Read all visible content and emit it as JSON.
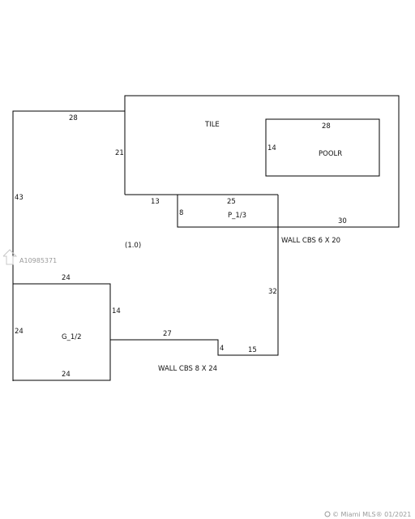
{
  "labels": {
    "tile": "TILE",
    "poolr": "POOLR",
    "p13": "P_1/3",
    "g12": "G_1/2",
    "main_unit": "(1.0)",
    "wall_cbs_20": "WALL CBS 6 X 20",
    "wall_cbs_24": "WALL CBS 8 X 24"
  },
  "dimensions": {
    "main_top": "28",
    "main_left": "43",
    "tile_left": "21",
    "tile_bottom": "13",
    "pool_top": "28",
    "pool_left": "14",
    "p13_top": "25",
    "p13_left": "8",
    "p13_bottom": "30",
    "east_wall": "32",
    "notch_top": "27",
    "notch_side": "4",
    "notch_bottom": "15",
    "garage_top": "24",
    "garage_left": "24",
    "garage_right": "14",
    "garage_bottom": "24"
  },
  "watermark": {
    "listing_id": "A10985371",
    "brand": "© Miami MLS® 01/2021"
  }
}
